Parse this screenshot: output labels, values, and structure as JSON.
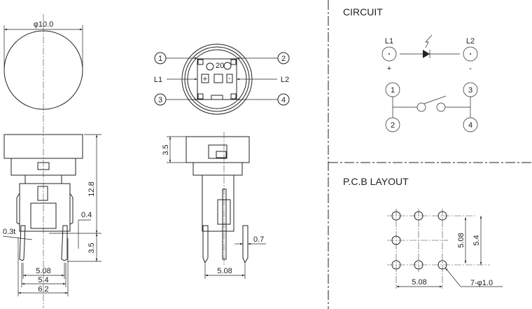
{
  "front_view": {
    "diameter_label": "φ10.0"
  },
  "side_view_left": {
    "height_label": "12.8",
    "pin_label": "3.5",
    "offset_label": "0.4",
    "thickness_label": "0.3t",
    "width1": "5.08",
    "width2": "5.4",
    "width3": "6.2"
  },
  "top_view": {
    "callouts": [
      "1",
      "2",
      "3",
      "4"
    ],
    "l1": "L1",
    "l2": "L2",
    "marking": "20",
    "plus": "+",
    "minus": "-"
  },
  "side_view_right": {
    "cap_label": "3.5",
    "pin_label": "0.7",
    "width_label": "5.08"
  },
  "circuit": {
    "title": "CIRCUIT",
    "l1": "L1",
    "l2": "L2",
    "plus": "+",
    "minus": "-",
    "pins": [
      "1",
      "2",
      "3",
      "4"
    ]
  },
  "pcb": {
    "title": "P.C.B LAYOUT",
    "dim_v1": "5.08",
    "dim_v2": "5.4",
    "dim_h": "5.08",
    "hole_label": "7-φ1.0"
  }
}
